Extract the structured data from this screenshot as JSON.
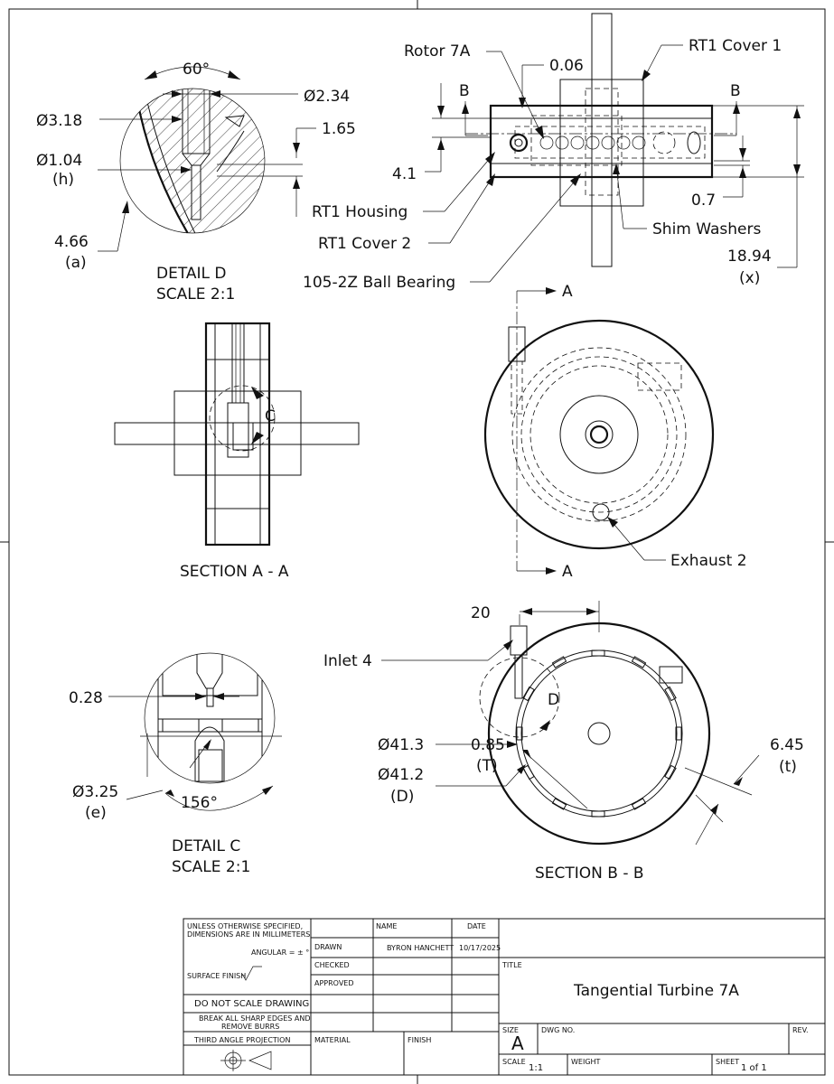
{
  "detail_d": {
    "angle": "60°",
    "dia_a": "Ø2.34",
    "dia_b": "Ø3.18",
    "dim_c": "1.65",
    "dia_h": "Ø1.04",
    "dia_h_sym": "(h)",
    "dim_a": "4.66",
    "dim_a_sym": "(a)",
    "title": "DETAIL D",
    "scale": "SCALE 2:1"
  },
  "top_view": {
    "rotor": "Rotor 7A",
    "gap": "0.06",
    "cover1": "RT1 Cover 1",
    "sec_b_left": "B",
    "sec_b_right": "B",
    "dim_4_1": "4.1",
    "housing": "RT1 Housing",
    "cover2": "RT1 Cover 2",
    "bearing": "105-2Z Ball Bearing",
    "dim_0_7": "0.7",
    "shims": "Shim Washers",
    "dim_x": "18.94",
    "dim_x_sym": "(x)"
  },
  "section_aa": {
    "title": "SECTION A - A",
    "detail_c_tag": "C"
  },
  "front_view": {
    "sec_a_top": "A",
    "sec_a_bottom": "A",
    "exhaust": "Exhaust 2"
  },
  "section_bb": {
    "dim_20": "20",
    "inlet": "Inlet 4",
    "detail_tag": "D",
    "dia_413": "Ø41.3",
    "dim_085": "0.85",
    "dim_085_sym": "(T)",
    "dia_412": "Ø41.2",
    "dia_412_sym": "(D)",
    "dim_t": "6.45",
    "dim_t_sym": "(t)",
    "title": "SECTION B - B"
  },
  "detail_c": {
    "dim_028": "0.28",
    "dia_e": "Ø3.25",
    "dia_e_sym": "(e)",
    "angle": "156°",
    "title": "DETAIL C",
    "scale": "SCALE 2:1"
  },
  "title_block": {
    "note1": "UNLESS OTHERWISE SPECIFIED,",
    "note2": "DIMENSIONS ARE IN MILLIMETERS",
    "angular": "ANGULAR = ± °",
    "surface": "SURFACE FINISH",
    "no_scale": "DO NOT SCALE DRAWING",
    "break1": "BREAK ALL SHARP EDGES AND",
    "break2": "REMOVE BURRS",
    "projection": "THIRD ANGLE PROJECTION",
    "name_hdr": "NAME",
    "date_hdr": "DATE",
    "drawn": "DRAWN",
    "drawn_name": "BYRON HANCHETT",
    "drawn_date": "10/17/2025",
    "checked": "CHECKED",
    "approved": "APPROVED",
    "material": "MATERIAL",
    "finish": "FINISH",
    "title_lbl": "TITLE",
    "title": "Tangential Turbine 7A",
    "size_lbl": "SIZE",
    "size": "A",
    "dwg_lbl": "DWG NO.",
    "rev_lbl": "REV.",
    "scale_lbl": "SCALE",
    "scale": "1:1",
    "weight_lbl": "WEIGHT",
    "sheet_lbl": "SHEET",
    "sheet": "1 of 1"
  }
}
